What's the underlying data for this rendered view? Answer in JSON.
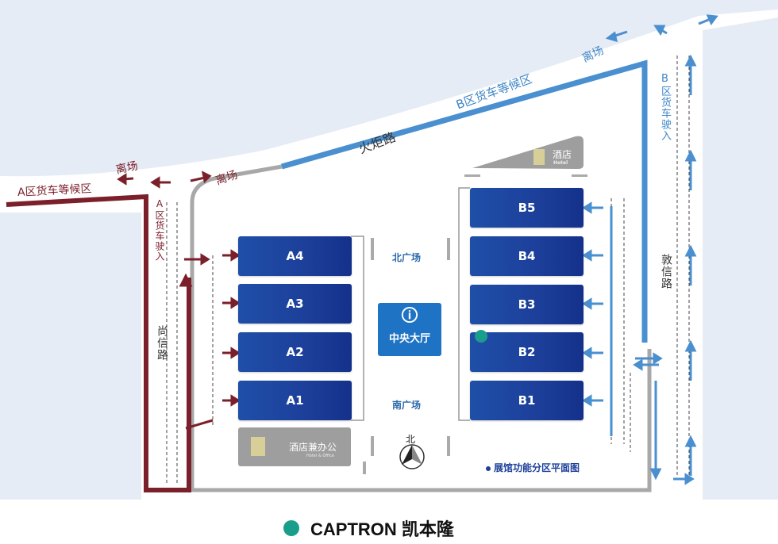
{
  "map": {
    "roads": {
      "torch_road": "火炬路",
      "shangxin_road": "尚信路",
      "dunxin_road": "敦信路"
    },
    "zones": {
      "a_truck_waiting": "A区货车等候区",
      "b_truck_waiting": "B区货车等候区",
      "a_truck_entry": "A区货车驶入",
      "b_truck_entry": "B区货车驶入",
      "exit_label": "离场"
    },
    "halls_a": [
      "A4",
      "A3",
      "A2",
      "A1"
    ],
    "halls_b": [
      "B5",
      "B4",
      "B3",
      "B2",
      "B1"
    ],
    "central_hall": "中央大厅",
    "north_plaza": "北广场",
    "south_plaza": "南广场",
    "hotel": {
      "label": "酒店",
      "sub": "Hotel"
    },
    "hotel_office": {
      "label": "酒店兼办公",
      "sub": "Hotel & Office"
    },
    "compass": "北",
    "map_title": "展馆功能分区平面图",
    "booth_marker_hall": "B2"
  },
  "legend": {
    "label": "CAPTRON 凯本隆",
    "marker_color": "#1a9e8c"
  },
  "colors": {
    "hall_blue": "#1c3f9a",
    "a_route": "#7b1f2a",
    "b_route": "#3f86c6",
    "outline_gray": "#9a9a9a",
    "city_block": "#e6ecf5"
  }
}
